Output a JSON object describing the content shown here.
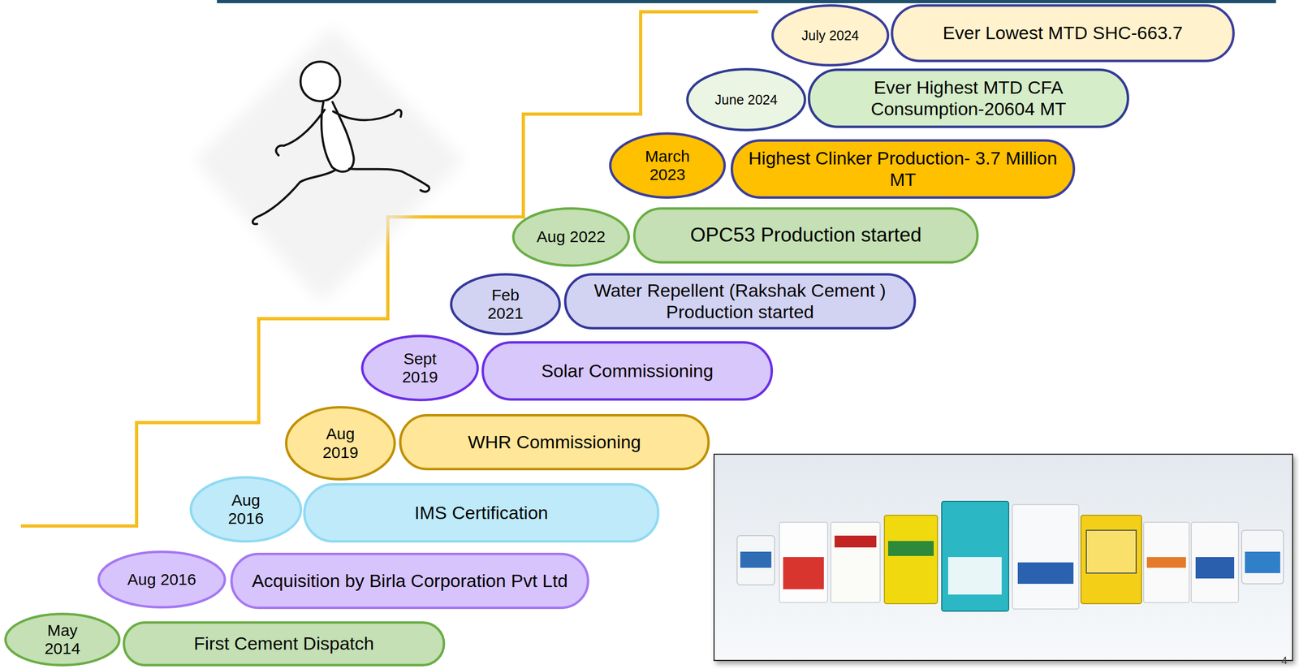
{
  "diagram": {
    "nodes": [
      {
        "text": [
          "July 2024"
        ]
      },
      {
        "text": [
          "Ever Lowest MTD SHC-663.7"
        ]
      },
      {
        "text": [
          "June 2024"
        ]
      },
      {
        "text": [
          "Ever Highest MTD CFA Consumption-20604 MT"
        ]
      },
      {
        "text": [
          "March 2023"
        ]
      },
      {
        "text": [
          "Highest Clinker Production- 3.7 Million MT"
        ]
      },
      {
        "text": [
          "Aug 2022"
        ]
      },
      {
        "text": [
          "OPC53 Production started"
        ]
      },
      {
        "text": [
          "Feb 2021"
        ]
      },
      {
        "text": [
          "Water Repellent (Rakshak Cement ) Production started"
        ]
      },
      {
        "text": [
          "Sept 2019"
        ]
      },
      {
        "text": [
          "Solar Commissioning"
        ]
      },
      {
        "text": [
          "Aug 2019"
        ]
      },
      {
        "text": [
          "WHR Commissioning"
        ]
      },
      {
        "text": [
          "Aug 2016"
        ]
      },
      {
        "text": [
          "IMS Certification"
        ]
      },
      {
        "text": [
          "Aug 2016"
        ]
      },
      {
        "text": [
          "Acquisition by Birla Corporation Pvt Ltd"
        ]
      },
      {
        "text": [
          "May 2014"
        ]
      },
      {
        "text": [
          "First Cement Dispatch"
        ]
      }
    ],
    "labels": [
      "4"
    ]
  }
}
